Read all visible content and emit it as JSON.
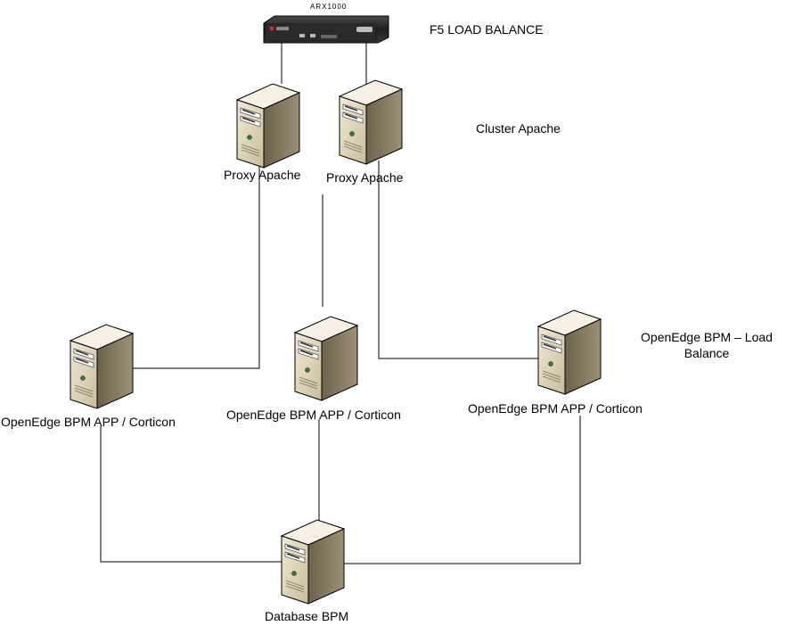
{
  "load_balancer": {
    "device_label": "ARX1000",
    "title": "F5 LOAD BALANCE"
  },
  "proxy_tier": {
    "cluster_label": "Cluster Apache",
    "servers": [
      {
        "label": "Proxy Apache"
      },
      {
        "label": "Proxy Apache"
      }
    ]
  },
  "app_tier": {
    "balance_label_line1": "OpenEdge BPM – Load",
    "balance_label_line2": "Balance",
    "servers": [
      {
        "label": "OpenEdge BPM APP / Corticon"
      },
      {
        "label": "OpenEdge BPM APP / Corticon"
      },
      {
        "label": "OpenEdge BPM APP / Corticon"
      }
    ]
  },
  "database": {
    "label": "Database BPM"
  },
  "colors": {
    "server_front": "#e2d7bf",
    "server_side": "#8f8368",
    "server_top": "#f3eee2",
    "line": "#000000",
    "device_body": "#2a2a2a"
  }
}
